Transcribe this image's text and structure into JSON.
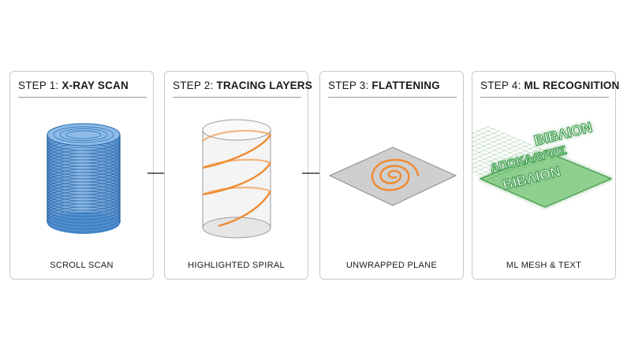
{
  "steps": [
    {
      "number": "STEP 1:",
      "name": "X-RAY SCAN",
      "caption": "SCROLL SCAN",
      "icon": "scroll-cylinder-icon"
    },
    {
      "number": "STEP 2:",
      "name": "TRACING LAYERS",
      "caption": "HIGHLIGHTED SPIRAL",
      "icon": "spiral-cylinder-icon"
    },
    {
      "number": "STEP 3:",
      "name": "FLATTENING",
      "caption": "UNWRAPPED PLANE",
      "icon": "flat-spiral-plane-icon"
    },
    {
      "number": "STEP 4:",
      "name": "ML RECOGNITION",
      "caption": "ML MESH & TEXT",
      "icon": "ml-mesh-icon"
    }
  ],
  "ml_text": {
    "line1": "ΒΙΒΛΙΟΝ",
    "line2": "ΑΠΟΚΑΛΥΨΙΣ",
    "line3": "ΒΙΒΛΙΟΝ"
  },
  "colors": {
    "scan_blue": "#4f8fd0",
    "spiral_orange": "#ef8a2f",
    "ml_green": "#3aa84a",
    "plane_gray": "#c9c9c9"
  }
}
